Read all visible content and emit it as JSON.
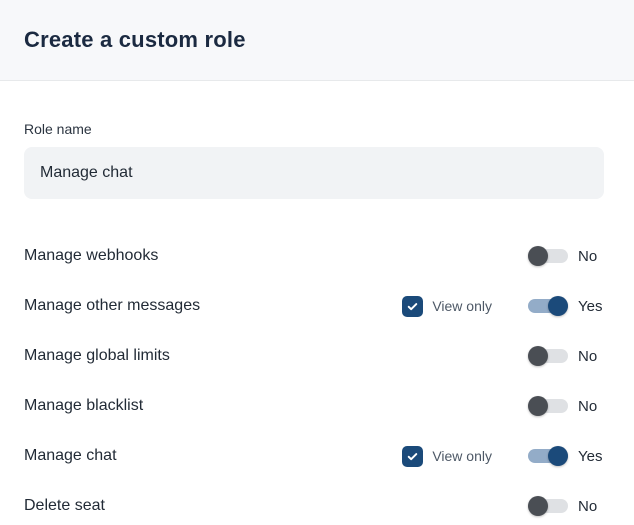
{
  "header": {
    "title": "Create a custom role"
  },
  "form": {
    "role_name_label": "Role name",
    "role_name_value": "Manage chat"
  },
  "permissions": [
    {
      "label": "Manage webhooks",
      "view_only": false,
      "view_only_label": "",
      "enabled": false,
      "state_label": "No"
    },
    {
      "label": "Manage other messages",
      "view_only": true,
      "view_only_label": "View only",
      "enabled": true,
      "state_label": "Yes"
    },
    {
      "label": "Manage global limits",
      "view_only": false,
      "view_only_label": "",
      "enabled": false,
      "state_label": "No"
    },
    {
      "label": "Manage blacklist",
      "view_only": false,
      "view_only_label": "",
      "enabled": false,
      "state_label": "No"
    },
    {
      "label": "Manage chat",
      "view_only": true,
      "view_only_label": "View only",
      "enabled": true,
      "state_label": "Yes"
    },
    {
      "label": "Delete seat",
      "view_only": false,
      "view_only_label": "",
      "enabled": false,
      "state_label": "No"
    }
  ],
  "colors": {
    "accent": "#1b4a7a",
    "title": "#1b2a41",
    "text": "#222b36",
    "muted": "#4d5866",
    "track-off": "#dfe1e4",
    "knob-off": "#4a4e54",
    "track-on": "#93acc8",
    "input-bg": "#f1f3f5",
    "header-bg": "#f7f8fa",
    "border": "#e7e9eb"
  }
}
